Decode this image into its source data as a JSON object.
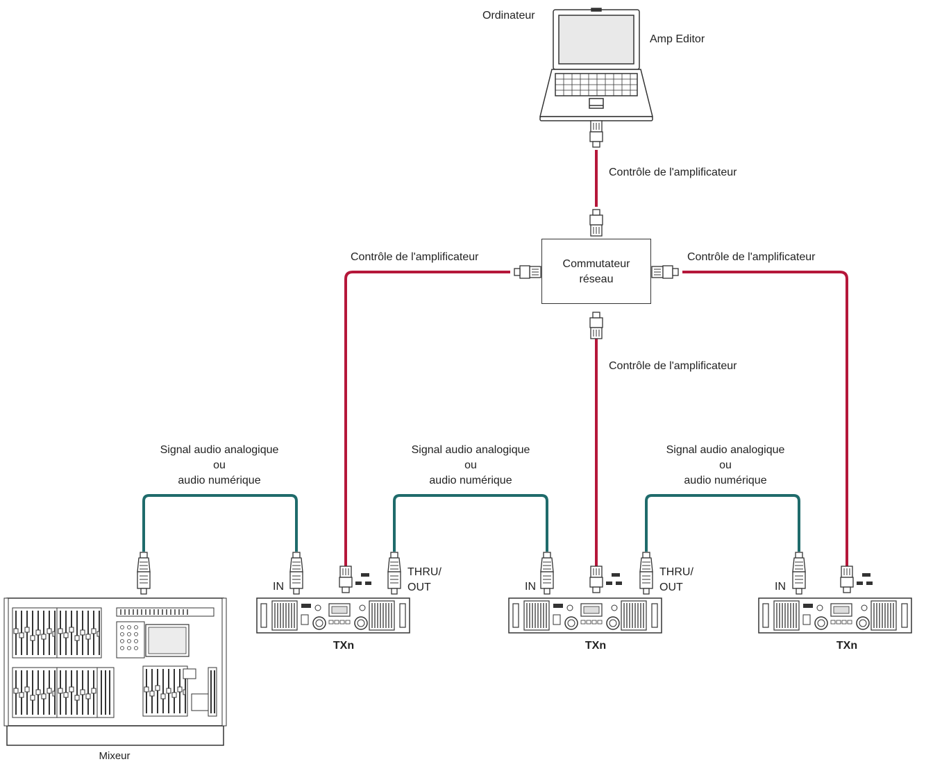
{
  "computer": {
    "label": "Ordinateur",
    "software": "Amp Editor"
  },
  "switch": {
    "line1": "Commutateur",
    "line2": "réseau"
  },
  "control_labels": {
    "pc_to_switch": "Contrôle de l'amplificateur",
    "switch_to_left": "Contrôle de l'amplificateur",
    "switch_to_right": "Contrôle de l'amplificateur",
    "switch_to_middle": "Contrôle de l'amplificateur"
  },
  "audio_labels": [
    {
      "line1": "Signal audio analogique",
      "line2": "ou",
      "line3": "audio numérique"
    },
    {
      "line1": "Signal audio analogique",
      "line2": "ou",
      "line3": "audio numérique"
    },
    {
      "line1": "Signal audio analogique",
      "line2": "ou",
      "line3": "audio numérique"
    }
  ],
  "amps": [
    {
      "name": "TXn",
      "in_label": "IN",
      "thru_label_1": "THRU/",
      "thru_label_2": "OUT"
    },
    {
      "name": "TXn",
      "in_label": "IN",
      "thru_label_1": "THRU/",
      "thru_label_2": "OUT"
    },
    {
      "name": "TXn",
      "in_label": "IN"
    }
  ],
  "mixer": {
    "label": "Mixeur"
  },
  "colors": {
    "control_cable": "#b5173a",
    "audio_cable": "#1f6b6b",
    "outline": "#333333"
  }
}
